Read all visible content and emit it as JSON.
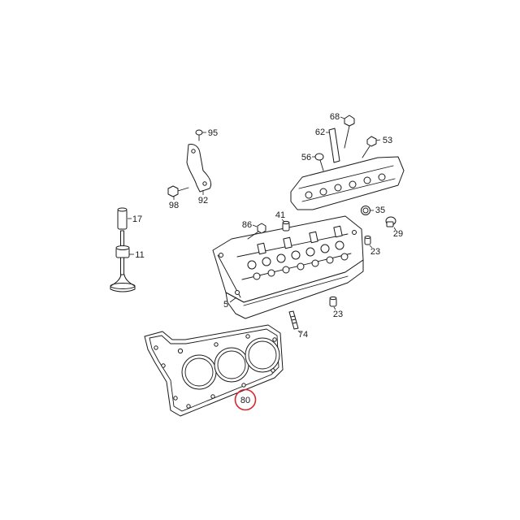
{
  "diagram": {
    "callouts": [
      "68",
      "62",
      "53",
      "56",
      "95",
      "92",
      "98",
      "17",
      "11",
      "86",
      "41",
      "35",
      "29",
      "23",
      "5",
      "23",
      "74",
      "80"
    ],
    "selected_part": "80",
    "highlight_color": "#d9262f",
    "line_color": "#1a1a1a"
  }
}
